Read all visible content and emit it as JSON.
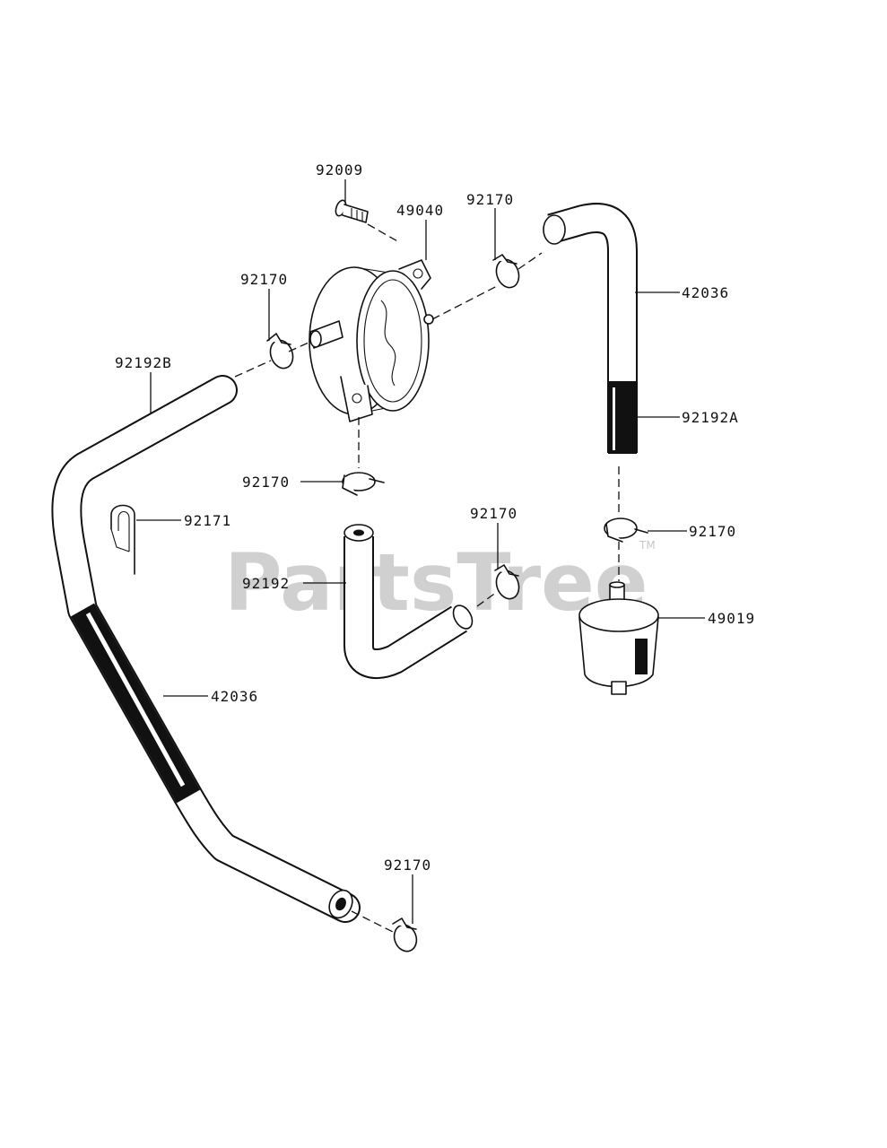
{
  "watermark": {
    "text": "PartsTree",
    "trademark": "TM"
  },
  "labels": {
    "p92009": "92009",
    "p49040": "49040",
    "p92170_top": "92170",
    "p92170_left": "92170",
    "p42036_right": "42036",
    "p92192B": "92192B",
    "p92192A": "92192A",
    "p92170_mid": "92170",
    "p92171": "92171",
    "p92170_center": "92170",
    "p92170_right": "92170",
    "p92192": "92192",
    "p49019": "49019",
    "p42036_left": "42036",
    "p92170_bottom": "92170"
  }
}
